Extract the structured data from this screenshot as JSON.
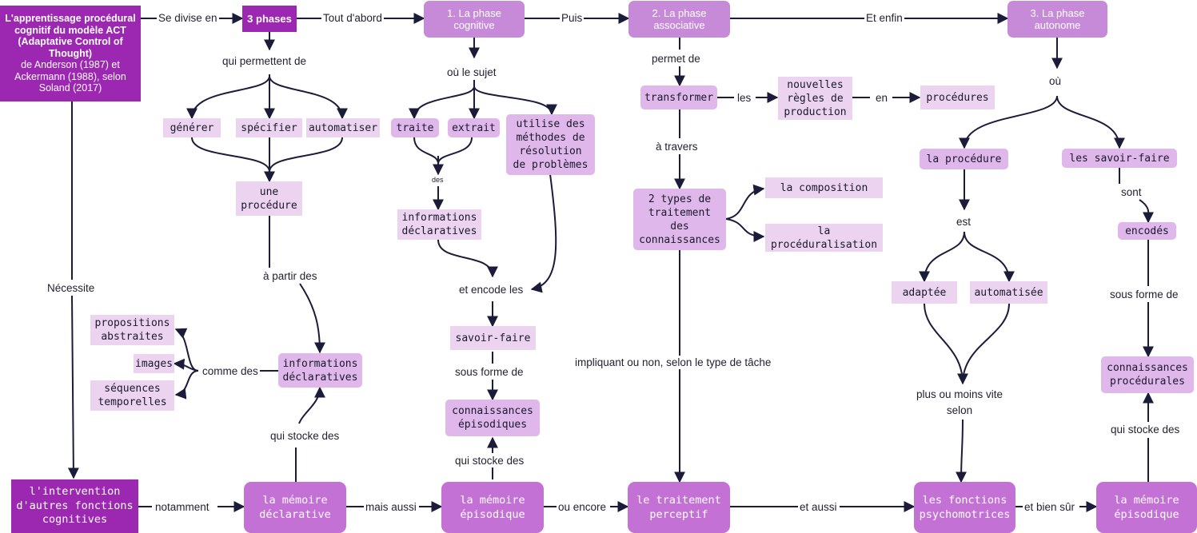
{
  "title": {
    "bold": "L'apprentissage procédural cognitif du modèle ACT (Adaptative Control of Thought)",
    "normal": "de Anderson (1987) et Ackermann (1988), selon Soland (2017)"
  },
  "nodes": {
    "three_phases": "3 phases",
    "phase1": "1. La phase\ncognitive",
    "phase2": "2. La phase\nassociative",
    "phase3": "3. La phase\nautonome",
    "generer": "générer",
    "specifier": "spécifier",
    "automatiser": "automatiser",
    "une_procedure": "une\nprocédure",
    "propositions": "propositions\nabstraites",
    "images": "images",
    "sequences": "séquences\ntemporelles",
    "info_decl_left": "informations\ndéclaratives",
    "traite": "traite",
    "extrait": "extrait",
    "utilise": "utilise des\nméthodes de\nrésolution\nde problèmes",
    "info_decl_mid": "informations\ndéclaratives",
    "savoir_faire": "savoir-faire",
    "conn_episodiques": "connaissances\népisodiques",
    "transformer": "transformer",
    "nouvelles_regles": "nouvelles\nrègles de\nproduction",
    "procedures": "procédures",
    "deux_types": "2 types de\ntraitement\ndes\nconnaissances",
    "composition": "la composition",
    "proceduralisation": "la\nprocéduralisation",
    "la_procedure": "la procédure",
    "les_savoir_faire": "les savoir-faire",
    "adaptee": "adaptée",
    "automatisee": "automatisée",
    "encodes": "encodés",
    "conn_procedurales": "connaissances\nprocédurales",
    "intervention": "l'intervention\nd'autres fonctions\ncognitives",
    "mem_declarative": "la mémoire\ndéclarative",
    "mem_episodique": "la mémoire\népisodique",
    "traitement_perceptif": "le traitement\nperceptif",
    "fonctions_psychomotrices": "les fonctions\npsychomotrices",
    "mem_episodique_2": "la mémoire\népisodique"
  },
  "links": {
    "se_divise_en": "Se divise en",
    "tout_dabord": "Tout d'abord",
    "puis": "Puis",
    "et_enfin": "Et enfin",
    "qui_permettent_de": "qui permettent de",
    "ou_le_sujet": "où le sujet",
    "permet_de": "permet de",
    "ou": "où",
    "les": "les",
    "en": "en",
    "a_travers": "à travers",
    "des": "des",
    "et_encode_les": "et encode les",
    "sous_forme_de_1": "sous forme de",
    "qui_stocke_des_1": "qui stocke des",
    "a_partir_des": "à partir des",
    "comme_des": "comme des",
    "qui_stocke_des_2": "qui stocke des",
    "necessite": "Nécessite",
    "notamment": "notamment",
    "mais_aussi": "mais aussi",
    "ou_encore": "ou encore",
    "et_aussi": "et aussi",
    "et_bien_sur": "et bien sûr",
    "impliquant": "impliquant ou non, selon le type de tâche",
    "est": "est",
    "sont": "sont",
    "sous_forme_de_2": "sous forme de",
    "plus_ou_moins": "plus ou moins vite\nselon",
    "qui_stocke_des_3": "qui stocke des"
  },
  "colors": {
    "title_bg": "#9c27b0",
    "phase_bg": "#c68ad8",
    "bottom_bg": "#c471d6",
    "light_node_bg": "#ecd3f0",
    "mid_node_bg": "#dfb7ea",
    "edge": "#1b1b3a"
  }
}
